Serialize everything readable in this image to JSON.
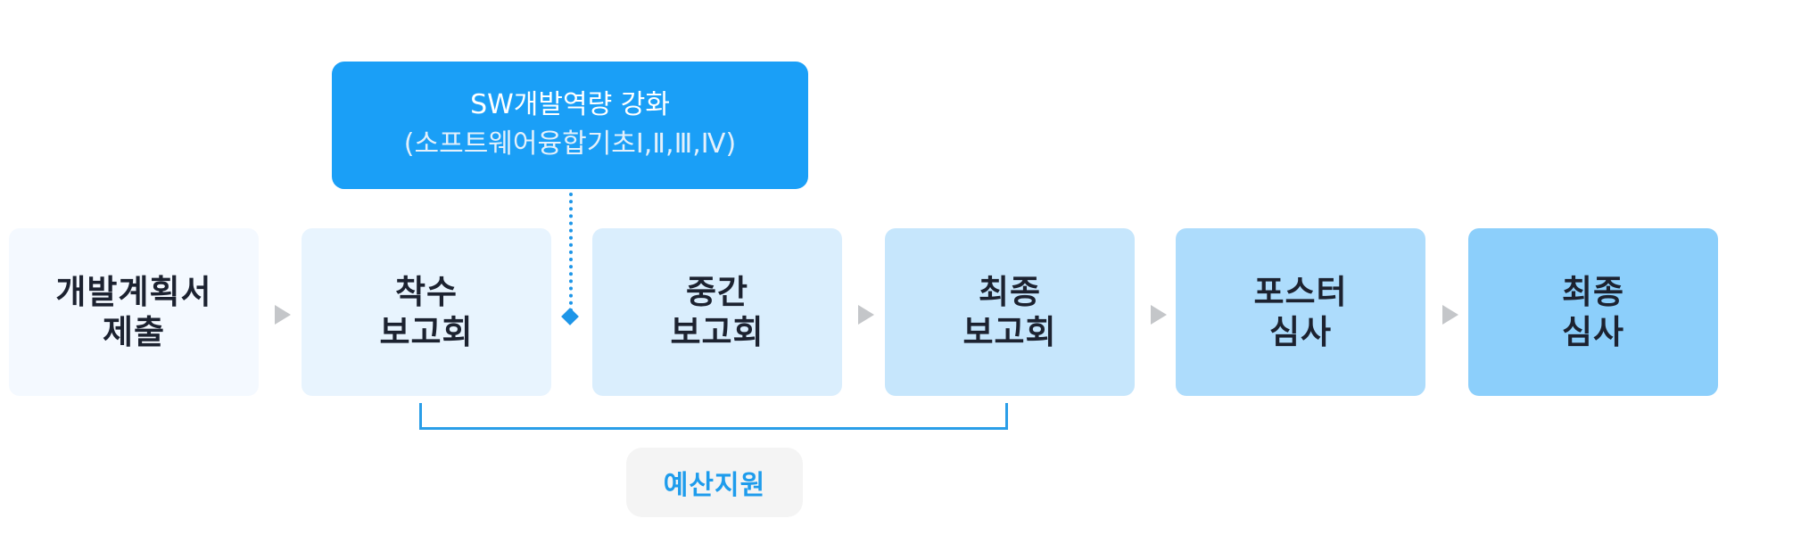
{
  "diagram": {
    "callout": {
      "title": "SW개발역량 강화",
      "subtitle": "(소프트웨어융합기초Ⅰ,Ⅱ,Ⅲ,Ⅳ)",
      "color": "#1a9ff7",
      "connector_color": "#1e96e8"
    },
    "stages": [
      {
        "label": "개발계획서\n제출",
        "color": "#f4f9ff"
      },
      {
        "label": "착수\n보고회",
        "color": "#e8f4fe"
      },
      {
        "label": "중간\n보고회",
        "color": "#daeefd"
      },
      {
        "label": "최종\n보고회",
        "color": "#c6e6fc"
      },
      {
        "label": "포스터\n심사",
        "color": "#addcfc"
      },
      {
        "label": "최종\n심사",
        "color": "#8ccffb"
      }
    ],
    "budget": {
      "label": "예산지원",
      "text_color": "#1e9cec",
      "background": "#f4f4f4",
      "spans_from": "착수 보고회",
      "spans_to": "최종 보고회"
    },
    "arrow_color": "#c4c6c9",
    "text_color": "#1c2230"
  }
}
